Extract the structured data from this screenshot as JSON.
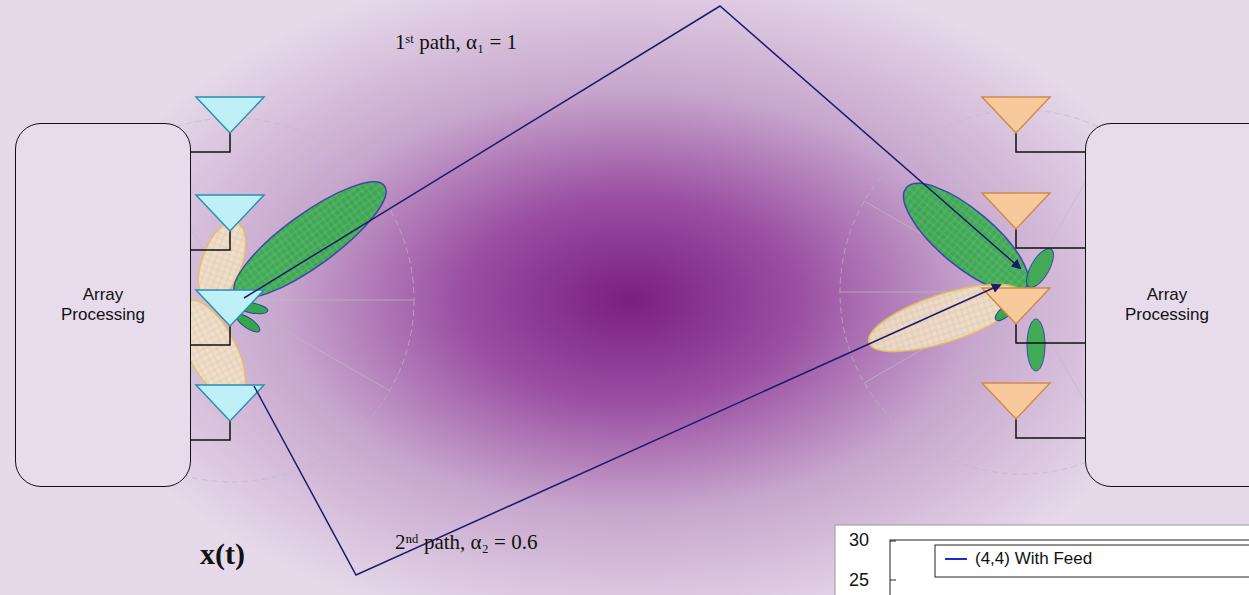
{
  "diagram": {
    "nodes": [
      {
        "text": [
          "Array Processing"
        ]
      },
      {
        "text": [
          "Array Processing"
        ]
      }
    ],
    "labels": [
      "1ˢᵗ path, α₁ = 1",
      "2ⁿᵈ path, α₂ = 0.6",
      "x(t)",
      "30",
      "25"
    ],
    "legend": [
      {
        "text": "(4,4) With Feed"
      }
    ]
  }
}
